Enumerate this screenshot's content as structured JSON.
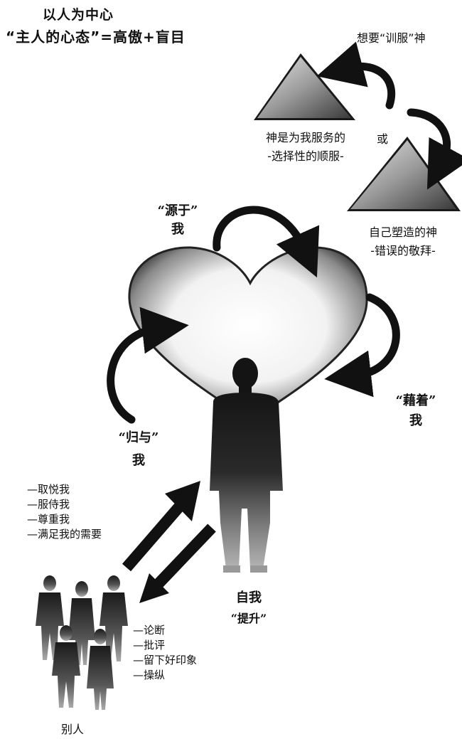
{
  "header": {
    "line1": "以人为中心",
    "line2": "“主人的心态”=高傲+盲目"
  },
  "top_right": {
    "train_god": "想要“训服”神",
    "or": "或",
    "pyramid1_line1": "神是为我服务的",
    "pyramid1_line2": "-选择性的顺服-",
    "pyramid2_line1": "自己塑造的神",
    "pyramid2_line2": "-错误的敬拜-"
  },
  "heart_labels": {
    "from_line1": "“源于”",
    "from_line2": "我",
    "through_line1": "“藉着”",
    "through_line2": "我",
    "to_line1": "“归与”",
    "to_line2": "我"
  },
  "self": {
    "line1": "自我",
    "line2": "“提升”"
  },
  "others_serve": [
    "—取悦我",
    "—服侍我",
    "—尊重我",
    "—满足我的需要"
  ],
  "self_to_others": [
    "—论断",
    "—批评",
    "—留下好印象",
    "—操纵"
  ],
  "others_label": "别人",
  "colors": {
    "ink": "#111111",
    "grey": "#777777"
  }
}
